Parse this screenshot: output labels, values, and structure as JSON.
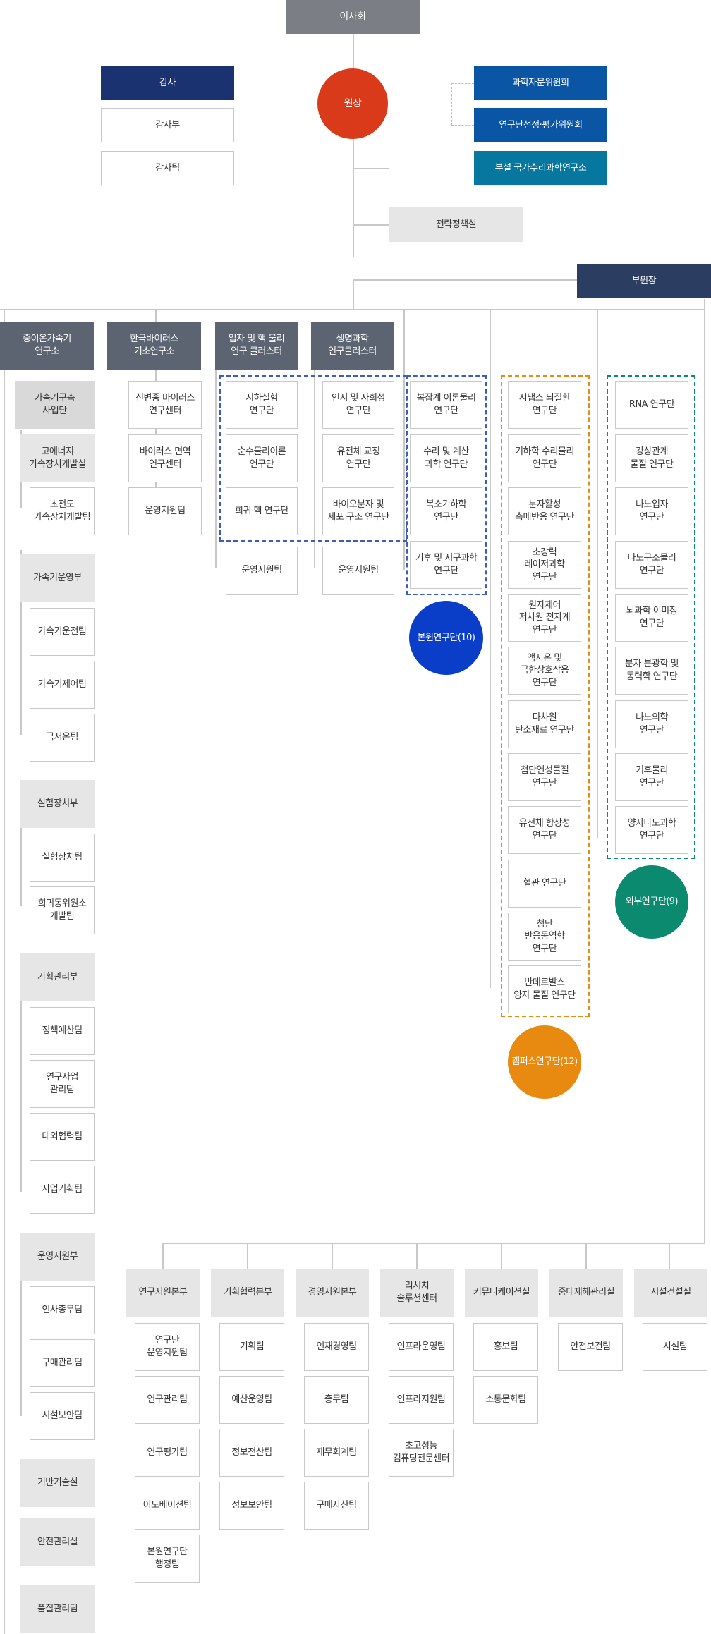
{
  "colors": {
    "board": "#7b7e85",
    "president": "#d83a1a",
    "audit_header": "#1b3270",
    "committee": "#0a56a5",
    "institute": "#06789f",
    "vice_president": "#2c3d62",
    "institute_header": "#5c6472",
    "bonwon_blue": "#0a3ec8",
    "campus_orange": "#e88a10",
    "external_green": "#0b8a70"
  },
  "top": {
    "board": "이사회",
    "president": "원장",
    "audit": "감사",
    "audit_dept": "감사부",
    "audit_team": "감사팀",
    "committee_science": "과학자문위원회",
    "committee_selection": "연구단선정·평가위원회",
    "attached_institute": "부설 국가수리과학연구소",
    "strategy_office": "전략정책실",
    "vice_president": "부원장"
  },
  "institutes": {
    "heavy_ion": "중이온가속기\n연구소",
    "virus": "한국바이러스\n기초연구소",
    "particle": "입자 및 핵 물리\n연구 클러스터",
    "life": "생명과학\n연구클러스터"
  },
  "heavy_ion_col": {
    "accel_construction": "가속기구축\n사업단",
    "high_energy": "고에너지\n가속장치개발실",
    "supercond": "초전도\n가속장치개발팀",
    "accel_operation": "가속기운영부",
    "accel_op_team": "가속기운전팀",
    "accel_control": "가속기제어팀",
    "cryo": "극저온팀",
    "exp_dept": "실험장치부",
    "exp_team": "실험장치팀",
    "rare_isotope": "희귀동위원소\n개발팀",
    "planning_dept": "기획관리부",
    "policy_budget": "정책예산팀",
    "research_mgmt": "연구사업\n관리팀",
    "external": "대외협력팀",
    "biz_planning": "사업기획팀",
    "ops_support": "운영지원부",
    "hr": "인사총무팀",
    "purchase": "구매관리팀",
    "facility_security": "시설보안팀",
    "base_tech": "기반기술실",
    "safety": "안전관리실",
    "quality": "품질관리팀"
  },
  "virus_col": {
    "emerging": "신변종 바이러스\n연구센터",
    "immunity": "바이러스 면역\n연구센터",
    "ops": "운영지원팀"
  },
  "particle_col": {
    "underground": "지하실험\n연구단",
    "pure_physics": "순수물리이론\n연구단",
    "rare_nuclear": "희귀 핵 연구단",
    "ops": "운영지원팀"
  },
  "life_col": {
    "cognition": "인지 및 사회성\n연구단",
    "genome": "유전체 교정\n연구단",
    "biomolecule": "바이오분자 및\n세포 구조 연구단",
    "ops": "운영지원팀"
  },
  "bonwon_col": {
    "complex": "복잡계 이론물리\n연구단",
    "math": "수리 및 계산\n과학 연구단",
    "bio_chem": "복소기하학\n연구단",
    "climate": "기후 및 지구과학\n연구단",
    "label": "본원연구단(10)"
  },
  "campus_col": {
    "synapse": "시냅스 뇌질환\n연구단",
    "geometric": "기하학 수리물리\n연구단",
    "molecule": "분자활성\n촉매반응 연구단",
    "laser": "초강력\n레이저과학\n연구단",
    "atom_control": "원자제어\n저차원 전자계\n연구단",
    "axion": "액시온 및\n극한상호작용\n연구단",
    "multidimension": "다차원\n탄소재료 연구단",
    "advanced": "첨단연성물질\n연구단",
    "homeostasis": "유전체 항상성\n연구단",
    "vascular": "혈관 연구단",
    "bioimaging": "첨단\n반응동역학\n연구단",
    "van_der_waals": "반데르발스\n양자 물질 연구단",
    "label": "캠퍼스연구단(12)"
  },
  "external_col": {
    "rna": "RNA 연구단",
    "correlated": "강상관계\n물질 연구단",
    "nanoparticle": "나노입자\n연구단",
    "nanostructure": "나노구조물리\n연구단",
    "brain_imaging": "뇌과학 이미징\n연구단",
    "molecular_spectroscopy": "분자 분광학 및\n동력학 연구단",
    "nanomedicine": "나노의학\n연구단",
    "climate_physics": "기후물리\n연구단",
    "quantum_nano": "양자나노과학\n연구단",
    "label": "외부연구단(9)"
  },
  "bottom": {
    "research_support": {
      "title": "연구지원본부",
      "teams": [
        "연구단\n운영지원팀",
        "연구관리팀",
        "연구평가팀",
        "이노베이션팀",
        "본원연구단\n행정팀"
      ]
    },
    "planning_coop": {
      "title": "기획협력본부",
      "teams": [
        "기획팀",
        "예산운영팀",
        "정보전산팀",
        "정보보안팀"
      ]
    },
    "management": {
      "title": "경영지원본부",
      "teams": [
        "인재경영팀",
        "총무팀",
        "재무회계팀",
        "구매자산팀"
      ]
    },
    "research_solution": {
      "title": "리서치\n솔루션센터",
      "teams": [
        "인프라운영팀",
        "인프라지원팀",
        "초고성능\n컴퓨팅전문센터"
      ]
    },
    "communication": {
      "title": "커뮤니케이션실",
      "teams": [
        "홍보팀",
        "소통문화팀"
      ]
    },
    "disaster": {
      "title": "중대재해관리실",
      "teams": [
        "안전보건팀"
      ]
    },
    "facility": {
      "title": "시설건설실",
      "teams": [
        "시설팀"
      ]
    }
  }
}
